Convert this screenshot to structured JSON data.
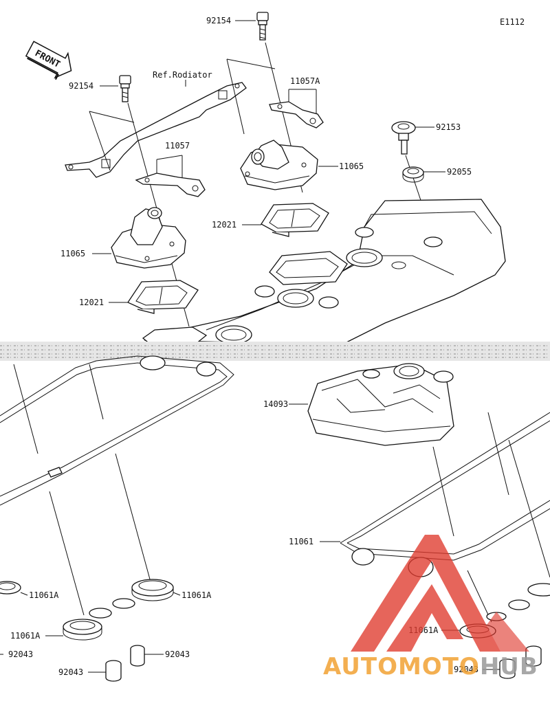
{
  "diagram_code": "E1112",
  "front_label": "FRONT",
  "ref_label": "Ref.Rodiator",
  "callouts": [
    {
      "id": "bolt-top",
      "text": "92154"
    },
    {
      "id": "bolt-left",
      "text": "92154"
    },
    {
      "id": "bracket-right",
      "text": "11057A"
    },
    {
      "id": "bracket-left",
      "text": "11057"
    },
    {
      "id": "washer-bolt",
      "text": "92153"
    },
    {
      "id": "grommet",
      "text": "92055"
    },
    {
      "id": "cover-right",
      "text": "11065"
    },
    {
      "id": "cover-left",
      "text": "11065"
    },
    {
      "id": "gasket-right",
      "text": "12021"
    },
    {
      "id": "gasket-left",
      "text": "12021"
    },
    {
      "id": "head-cover",
      "text": "14093"
    },
    {
      "id": "head-gasket",
      "text": "11061"
    },
    {
      "id": "plug-gasket-1",
      "text": "11061A"
    },
    {
      "id": "plug-gasket-2",
      "text": "11061A"
    },
    {
      "id": "plug-gasket-3",
      "text": "11061A"
    },
    {
      "id": "plug-gasket-4",
      "text": "11061A"
    },
    {
      "id": "collar-1",
      "text": "92043"
    },
    {
      "id": "collar-2",
      "text": "92043"
    },
    {
      "id": "collar-3",
      "text": "92043"
    },
    {
      "id": "collar-4",
      "text": "92043"
    }
  ],
  "watermark": {
    "brand_a": "AUTOMOTO",
    "brand_b": "HUB",
    "color_a": "#f2a233",
    "color_b": "#9a9a9a",
    "logo_color": "#e03a2e"
  }
}
